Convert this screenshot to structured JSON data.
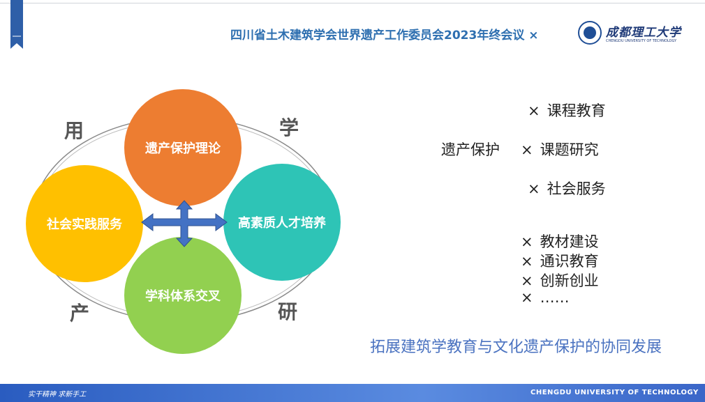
{
  "header": {
    "title": "四川省土木建筑学会世界遗产工作委员会2023年终会议 ×",
    "logo_cn": "成都理工大学",
    "logo_en": "CHENGDU UNIVERSITY OF TECHNOLOGY"
  },
  "diagram": {
    "corners": {
      "top_left": "用",
      "top_right": "学",
      "bottom_left": "产",
      "bottom_right": "研"
    },
    "circles": {
      "top": "遗产保护理论",
      "left": "社会实践服务",
      "right": "高素质人才培养",
      "bottom": "学科体系交叉"
    },
    "colors": {
      "top": "#ed7d31",
      "left": "#ffc000",
      "right": "#2ec4b6",
      "bottom": "#92d050",
      "arrow": "#4472c4"
    }
  },
  "right": {
    "label": "遗产保护",
    "items_top": [
      "课程教育",
      "课题研究",
      "社会服务"
    ],
    "items_bottom": [
      "教材建设",
      "通识教育",
      "创新创业",
      "……"
    ],
    "cross": "×"
  },
  "tagline": "拓展建筑学教育与文化遗产保护的协同发展",
  "footer": {
    "left": "实干精神 求新手工",
    "right": "CHENGDU UNIVERSITY OF TECHNOLOGY"
  }
}
